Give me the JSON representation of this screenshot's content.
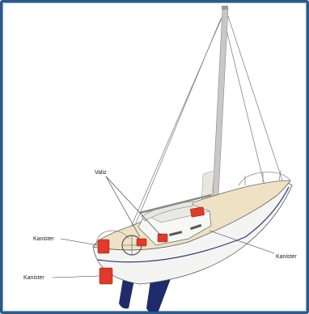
{
  "labels": {
    "valiz": "Valiz",
    "kanister_upper": "Kanister",
    "kanister_lower": "Kanister",
    "kanister_right": "Kanister"
  },
  "colors": {
    "frame": "#2a5a8a",
    "deck": "#efe2c4",
    "hull": "#f4f4f2",
    "keel": "#1f2b6b",
    "canister": "#e03a2a",
    "mast": "#bdbdbd"
  }
}
